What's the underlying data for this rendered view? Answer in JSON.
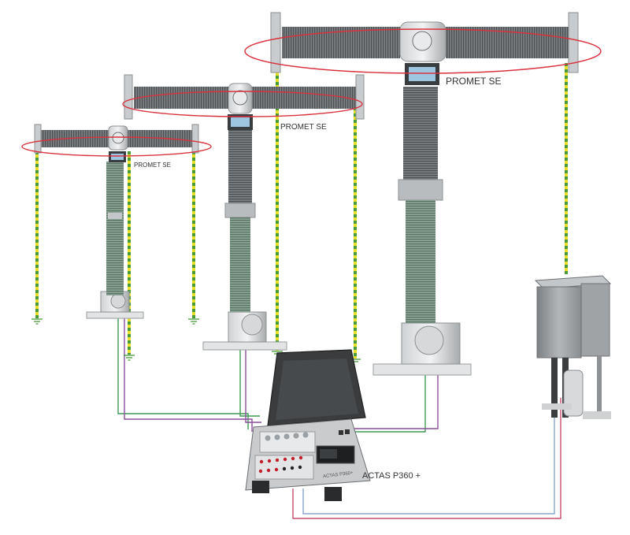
{
  "labels": {
    "breaker_small": "PROMET SE",
    "breaker_medium": "PROMET SE",
    "breaker_large": "PROMET SE",
    "device": "ACTAS P360 +",
    "device_panel_brand": "ACTAS P360+"
  },
  "colors": {
    "porcelain": "#6f7376",
    "porcelain_dark": "#4f5356",
    "porcelain_light": "#a9adb0",
    "insulator_green": "#8ba598",
    "clamp_red": "#d9323f",
    "ground_yellow": "#e6de2a",
    "ground_green": "#4a9a3a",
    "cable_green": "#3f9a55",
    "cable_purple": "#8a4f9e",
    "cable_red": "#c64d6a",
    "cable_blue": "#8aa6c9",
    "cabinet": "#9a9da0",
    "case_dark": "#3a3c3e",
    "panel_red": "#c21f2e"
  }
}
